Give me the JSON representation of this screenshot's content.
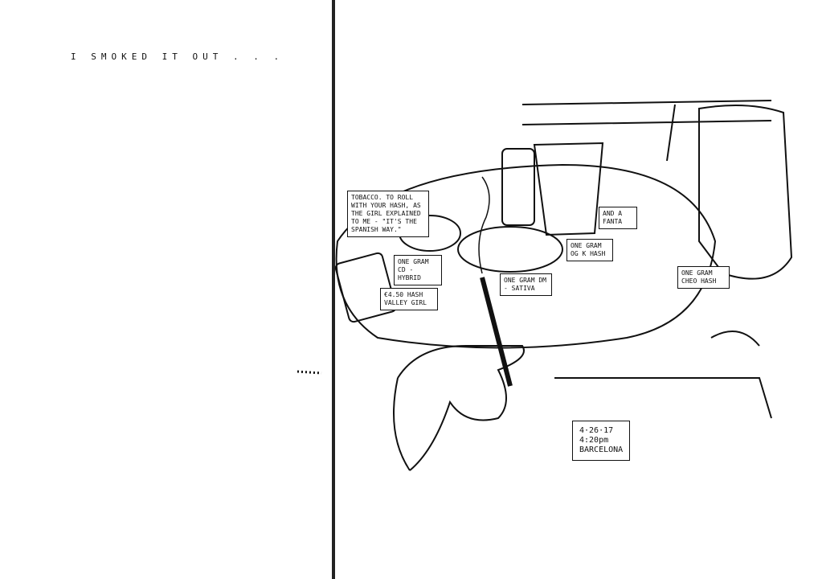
{
  "page_title": "I SMOKED IT OUT . . .",
  "labels": {
    "tobacco": "Tobacco. To roll with your hash, as the girl explained to me - \"it's the Spanish way.\"",
    "fanta": "and a Fanta",
    "og_k": "One gram OG K hash",
    "cd_hybrid": "One gram CD - hybrid",
    "dm_sativa": "One gram DM - sativa",
    "valley_girl": "€4.50 hash Valley Girl",
    "cheo": "One gram Cheo hash"
  },
  "date_box": {
    "date": "4·26·17",
    "time": "4:20pm",
    "place": "BARCELONA"
  }
}
